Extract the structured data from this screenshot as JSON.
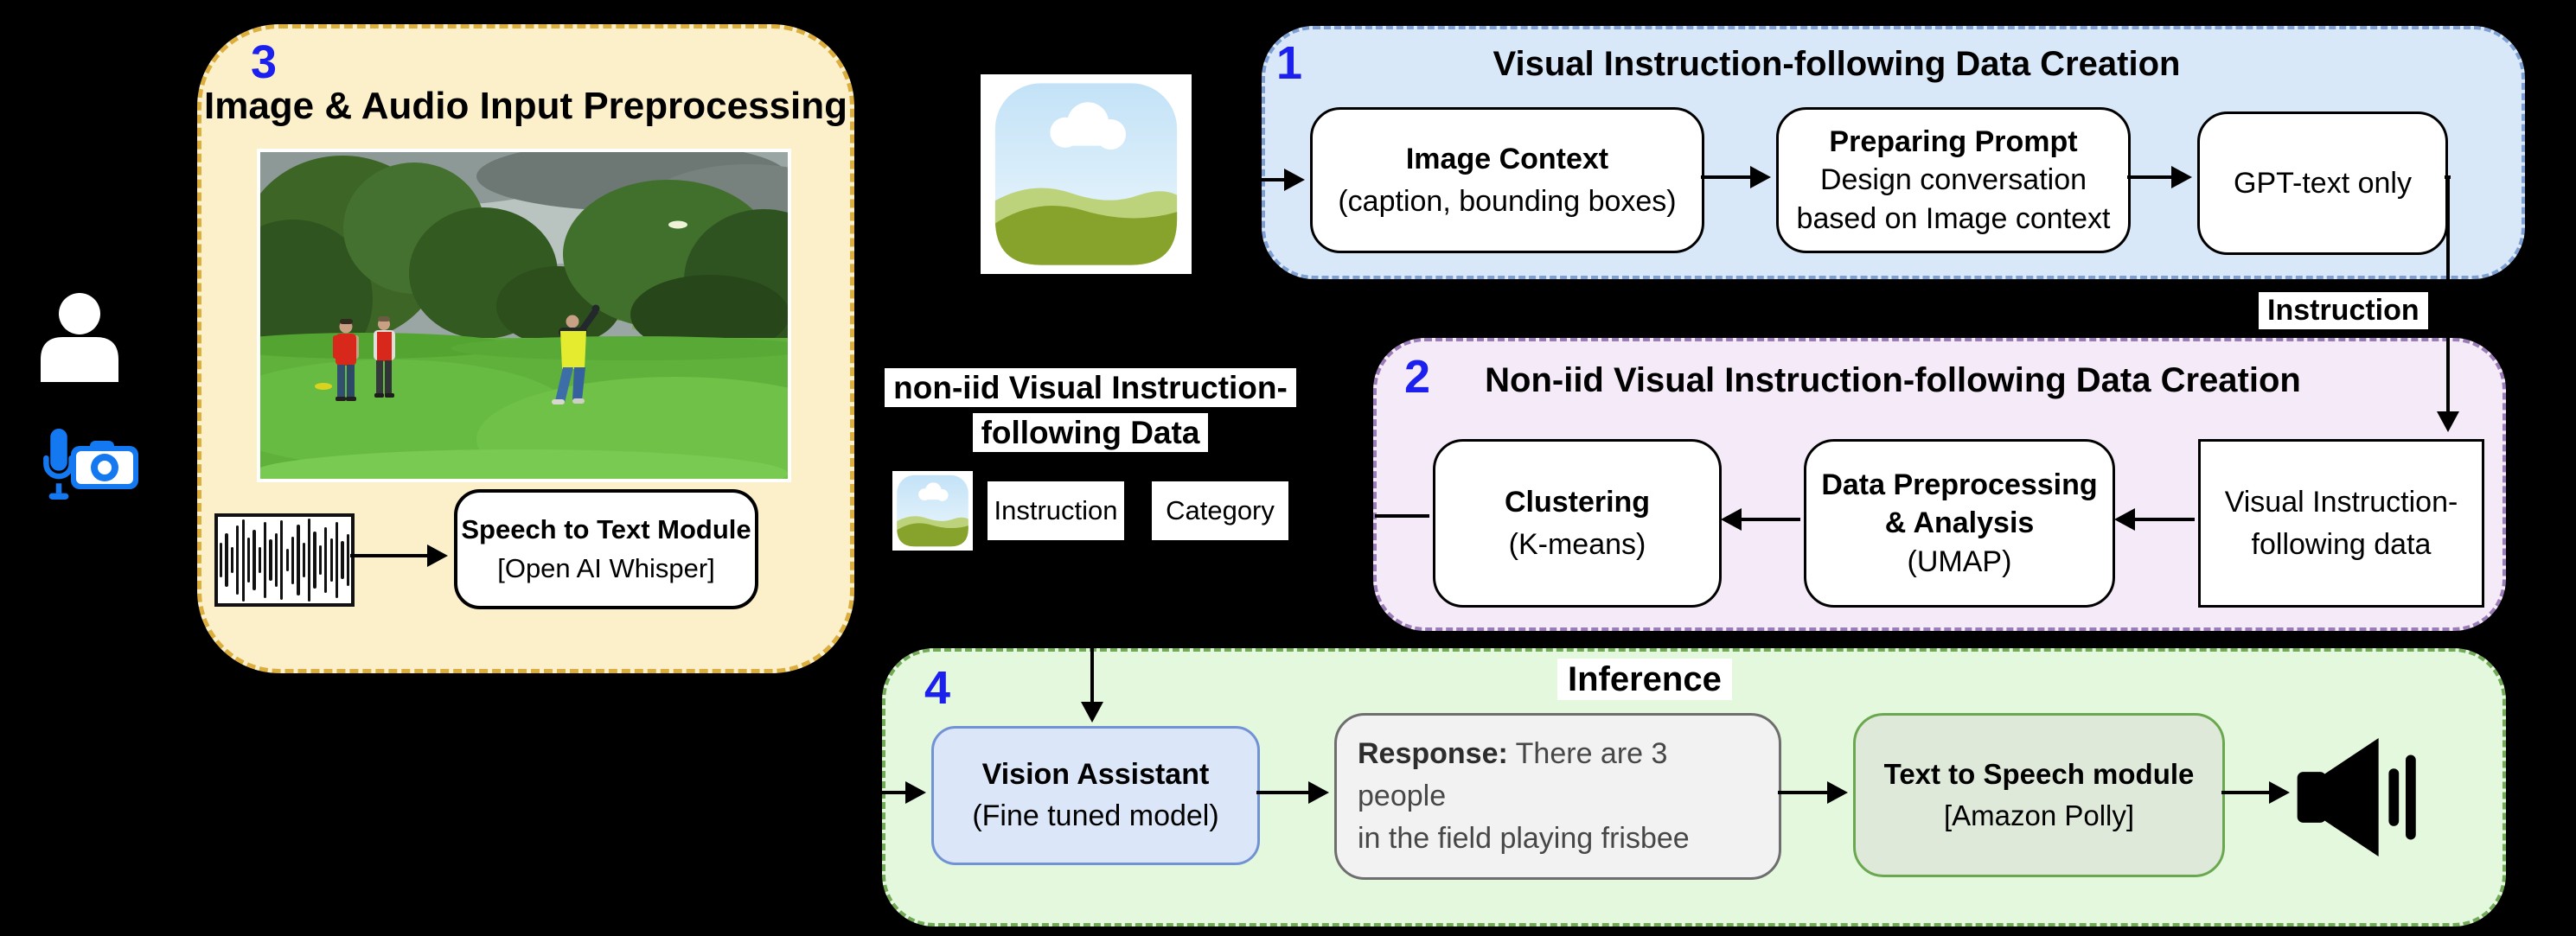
{
  "colors": {
    "background": "#000000",
    "number_accent": "#1b20ee",
    "yellow_panel_bg": "#fcf0ca",
    "yellow_panel_border": "#dcae3d",
    "blue_panel_bg": "#d9e8f8",
    "blue_panel_border": "#7e9fd1",
    "purple_panel_bg": "#f5ebf8",
    "purple_panel_border": "#9a7cb8",
    "green_panel_bg": "#e4f8de",
    "green_panel_border": "#72aa58",
    "vision_assistant_bg": "#dbe7f8",
    "vision_assistant_border": "#7292d6",
    "response_bg": "#f2f2f2",
    "response_border": "#6e6e6e",
    "tts_bg": "#dfe9da",
    "tts_border": "#6aa84f",
    "icon_blue": "#1478f0"
  },
  "preprocessing": {
    "number": "3",
    "title": "Image & Audio Input Preprocessing",
    "speech_module": {
      "title": "Speech to Text Module",
      "subtitle": "[Open AI Whisper]"
    }
  },
  "data_creation": {
    "number": "1",
    "title": "Visual Instruction-following Data Creation",
    "image_context": {
      "title": "Image Context",
      "subtitle": "(caption, bounding boxes)"
    },
    "preparing_prompt": {
      "title": "Preparing Prompt",
      "line2": "Design conversation",
      "line3": "based on Image context"
    },
    "gpt": {
      "title": "GPT-text only"
    },
    "output_label": "Instruction"
  },
  "noniid_creation": {
    "number": "2",
    "title": "Non-iid Visual Instruction-following Data Creation",
    "clustering": {
      "title": "Clustering",
      "subtitle": "(K-means)"
    },
    "preprocessing_analysis": {
      "line1": "Data Preprocessing",
      "line2": "& Analysis",
      "subtitle": "(UMAP)"
    },
    "vif_data": {
      "line1": "Visual Instruction-",
      "line2": "following data"
    }
  },
  "noniid_data": {
    "label_line1": "non-iid Visual Instruction-",
    "label_line2": "following Data",
    "instruction_box": "Instruction",
    "category_box": "Category"
  },
  "inference": {
    "number": "4",
    "title": "Inference",
    "vision_assistant": {
      "title": "Vision Assistant",
      "subtitle": "(Fine tuned model)"
    },
    "response": {
      "label": "Response:",
      "text_line1": " There are 3 people",
      "text_line2": "in the field playing frisbee"
    },
    "tts": {
      "title": "Text to Speech module",
      "subtitle": "[Amazon Polly]"
    }
  },
  "icons": [
    "person-icon",
    "microphone-icon",
    "camera-icon",
    "landscape-image-icon",
    "audio-waveform-icon",
    "speaker-icon"
  ],
  "waveform_bars": [
    40,
    62,
    30,
    80,
    95,
    52,
    70,
    30,
    88,
    48,
    62,
    92,
    26,
    55,
    82,
    40,
    96,
    66,
    34,
    76,
    50,
    88,
    44,
    60
  ]
}
